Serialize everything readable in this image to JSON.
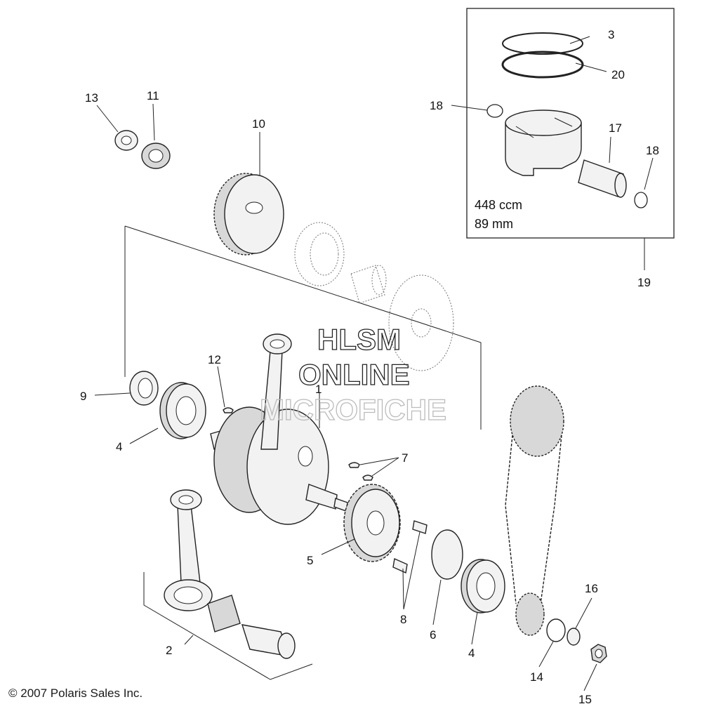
{
  "inset": {
    "displacement": "448 ccm",
    "bore": "89 mm"
  },
  "watermark": {
    "line1": "HLSM",
    "line2": "ONLINE",
    "line3": "MICROFICHE"
  },
  "callouts": [
    {
      "id": "c1",
      "label": "1"
    },
    {
      "id": "c2",
      "label": "2"
    },
    {
      "id": "c3",
      "label": "3"
    },
    {
      "id": "c4a",
      "label": "4"
    },
    {
      "id": "c4b",
      "label": "4"
    },
    {
      "id": "c5",
      "label": "5"
    },
    {
      "id": "c6",
      "label": "6"
    },
    {
      "id": "c7",
      "label": "7"
    },
    {
      "id": "c8",
      "label": "8"
    },
    {
      "id": "c9",
      "label": "9"
    },
    {
      "id": "c10",
      "label": "10"
    },
    {
      "id": "c11",
      "label": "11"
    },
    {
      "id": "c12",
      "label": "12"
    },
    {
      "id": "c13",
      "label": "13"
    },
    {
      "id": "c14",
      "label": "14"
    },
    {
      "id": "c15",
      "label": "15"
    },
    {
      "id": "c16",
      "label": "16"
    },
    {
      "id": "c17",
      "label": "17"
    },
    {
      "id": "c18a",
      "label": "18"
    },
    {
      "id": "c18b",
      "label": "18"
    },
    {
      "id": "c19",
      "label": "19"
    },
    {
      "id": "c20",
      "label": "20"
    }
  ],
  "copyright": "© 2007 Polaris Sales Inc."
}
